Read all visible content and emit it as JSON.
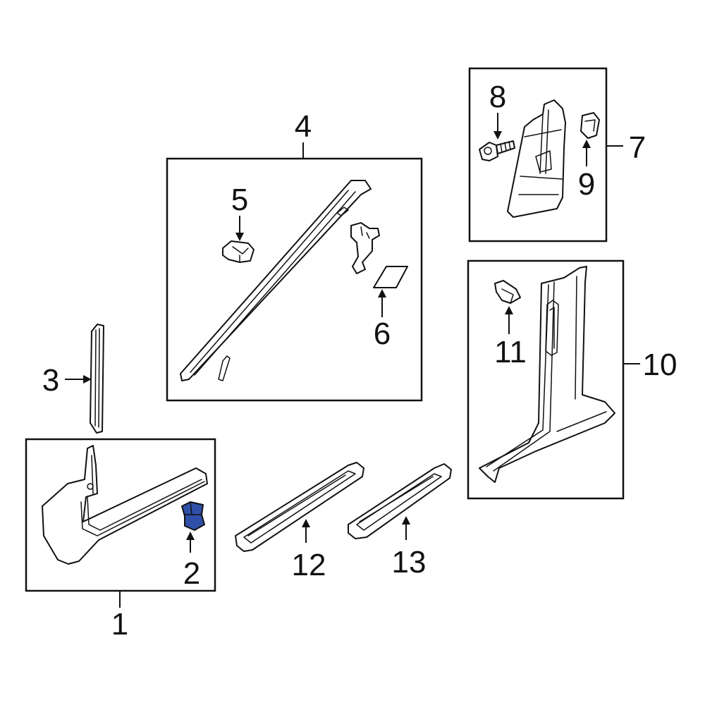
{
  "callouts": {
    "c1": "1",
    "c2": "2",
    "c3": "3",
    "c4": "4",
    "c5": "5",
    "c6": "6",
    "c7": "7",
    "c8": "8",
    "c9": "9",
    "c10": "10",
    "c11": "11",
    "c12": "12",
    "c13": "13"
  },
  "colors": {
    "highlighted_part": "#2f4fa8",
    "line": "#111111",
    "background": "#ffffff"
  },
  "highlighted_callout": "2"
}
